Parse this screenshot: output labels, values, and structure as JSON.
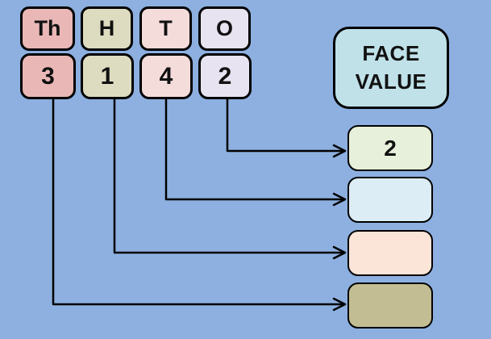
{
  "background_color": "#8db0e0",
  "line_color": "#000000",
  "place_value_table": {
    "columns": [
      {
        "place": "Thousands",
        "label": "Th",
        "digit": "3",
        "color": "#e9b8b6"
      },
      {
        "place": "Hundreds",
        "label": "H",
        "digit": "1",
        "color": "#dddcc0"
      },
      {
        "place": "Tens",
        "label": "T",
        "digit": "4",
        "color": "#f3dcda"
      },
      {
        "place": "Ones",
        "label": "O",
        "digit": "2",
        "color": "#e7e3f0"
      }
    ],
    "number_shown": "3142"
  },
  "face_value": {
    "line1": "FACE",
    "line2": "VALUE",
    "color": "#c0e1e8"
  },
  "answers": [
    {
      "linked_digit": "2",
      "value": "2",
      "color": "#e7f0da"
    },
    {
      "linked_digit": "4",
      "value": "",
      "color": "#dcedf5"
    },
    {
      "linked_digit": "1",
      "value": "",
      "color": "#fae5d8"
    },
    {
      "linked_digit": "3",
      "value": "",
      "color": "#c3bd93"
    }
  ]
}
